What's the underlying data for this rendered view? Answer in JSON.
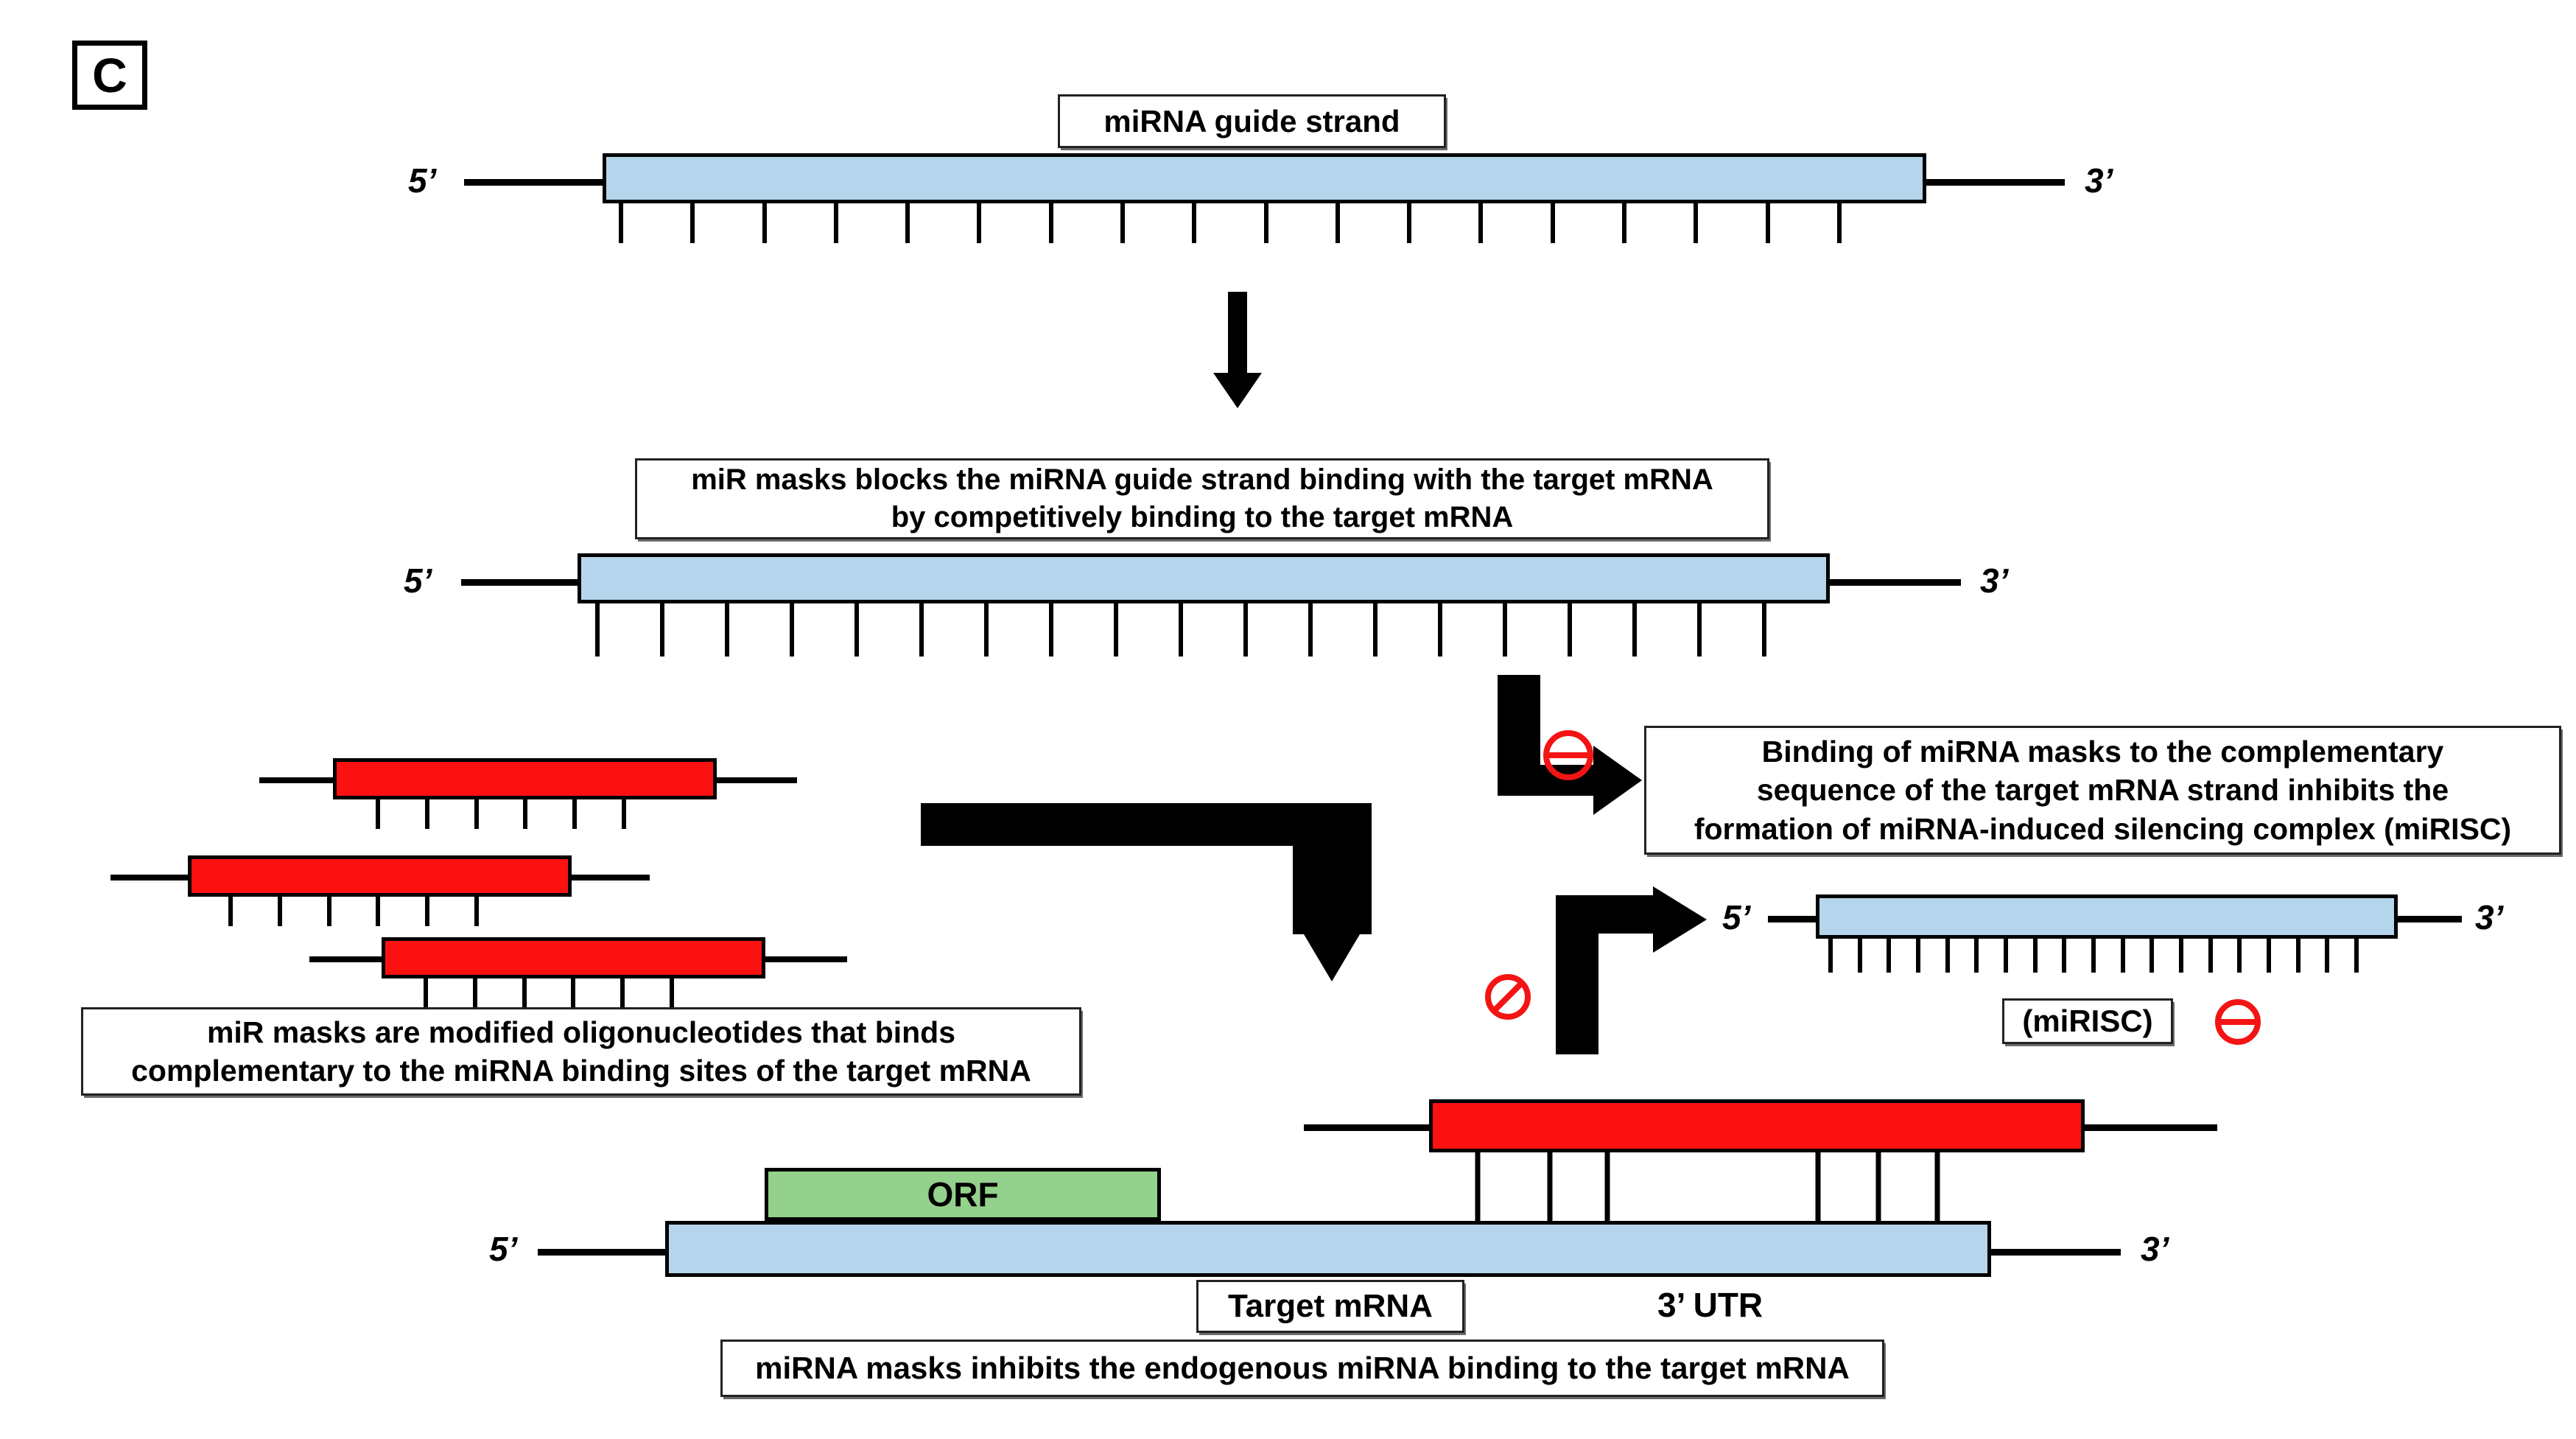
{
  "figure": {
    "panel_letter": "C"
  },
  "labels": {
    "five_prime": "5’",
    "three_prime": "3’",
    "guide_strand_box": "miRNA guide strand",
    "mir_mask_block_box": "miR masks blocks the miRNA guide strand binding with the target mRNA by competitively binding to the target mRNA",
    "mir_mask_block_line1": "miR masks blocks the miRNA guide strand binding with the target mRNA",
    "mir_mask_block_line2": "by competitively binding to the target mRNA",
    "mirisc_inhibit_line1": "Binding of miRNA masks to the complementary",
    "mirisc_inhibit_line2": "sequence of the target mRNA strand inhibits  the",
    "mirisc_inhibit_line3": "formation of miRNA-induced silencing complex (miRISC)",
    "mir_mask_def_line1": "miR masks are modified oligonucleotides that binds",
    "mir_mask_def_line2": "complementary to the miRNA binding sites of the target mRNA",
    "mirisc_box": "(miRISC)",
    "orf_box": "ORF",
    "target_mrna_box": "Target mRNA",
    "three_prime_utr": "3’ UTR",
    "bottom_caption": "miRNA masks inhibits the endogenous miRNA binding to the target mRNA"
  },
  "icons": {
    "minus_circle": "minus-circle-icon",
    "no_entry": "no-entry-icon",
    "arrow_down": "arrow-down-icon",
    "arrow_elbow_down": "arrow-elbow-down-icon",
    "arrow_elbow_right_down": "arrow-elbow-right-down-icon",
    "arrow_elbow_right_up": "arrow-elbow-right-up-icon"
  },
  "colors": {
    "strand_blue": "#b5d5ec",
    "mask_red": "#fc1111",
    "orf_green": "#94d18c",
    "inhibit_red": "#f41414",
    "outline_black": "#000000",
    "background": "#ffffff"
  },
  "strands": {
    "guide_strand": {
      "ticks": 18,
      "five": "5’",
      "three": "3’"
    },
    "masked_strand": {
      "ticks": 19,
      "five": "5’",
      "three": "3’"
    },
    "mirisc_strand": {
      "ticks": 19,
      "five": "5’",
      "three": "3’"
    },
    "mask_oligo_1": {
      "ticks": 6
    },
    "mask_oligo_2": {
      "ticks": 6
    },
    "mask_oligo_3": {
      "ticks": 6
    },
    "target_mrna": {
      "five": "5’",
      "three": "3’"
    },
    "bound_mask": {
      "ticks": 6
    }
  }
}
